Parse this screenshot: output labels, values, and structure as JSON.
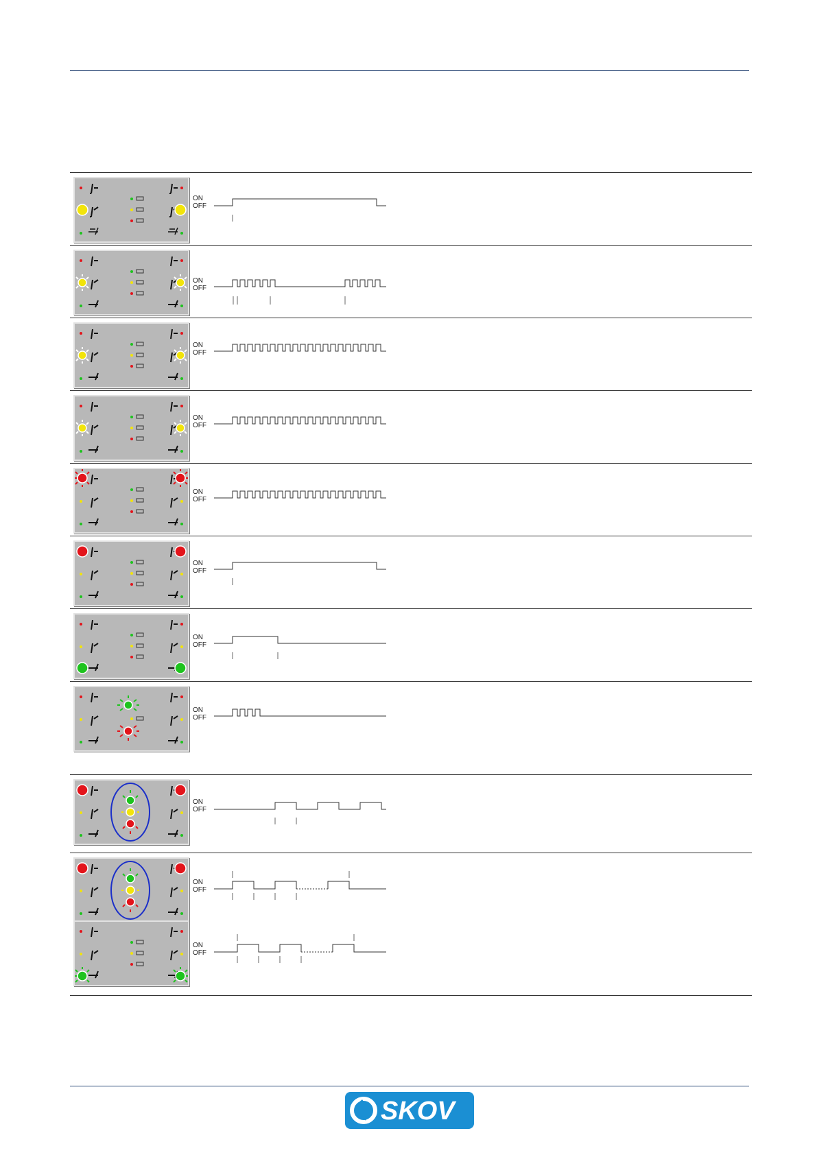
{
  "labels": {
    "on": "ON",
    "off": "OFF"
  },
  "colors": {
    "rule": "#2c4a78",
    "panel": "#b8b8b8",
    "led_red": "#e3141b",
    "led_yellow": "#f2e40a",
    "led_green": "#1ec31e",
    "ellipse": "#1b2fc9",
    "logo_blue": "#1b8fd3"
  },
  "logo": {
    "text": "SKOV"
  },
  "signals": [
    {
      "panel": {
        "left_big": "yellow",
        "right_big": "yellow"
      },
      "waveform": "long-on"
    },
    {
      "panel": {
        "left_big": "yellow-flash",
        "right_big": "yellow-flash"
      },
      "waveform": "burst-repeat"
    },
    {
      "panel": {
        "left_big": "yellow-flash",
        "right_big": "yellow-flash"
      },
      "waveform": "continuous-blink"
    },
    {
      "panel": {
        "left_big": "yellow-flash",
        "right_big": "yellow-flash"
      },
      "waveform": "continuous-blink"
    },
    {
      "panel": {
        "left_big": "red-flash",
        "right_big": "red-flash"
      },
      "waveform": "continuous-blink"
    },
    {
      "panel": {
        "left_big": "red",
        "right_big": "red"
      },
      "waveform": "long-on"
    },
    {
      "panel": {
        "left_big": "green",
        "right_big": "green"
      },
      "waveform": "short-on"
    },
    {
      "panel": {
        "center": "green-red-flash"
      },
      "waveform": "short-burst"
    },
    {
      "panel": {
        "left_big": "red",
        "right_big": "red",
        "center": "ellipse-flash"
      },
      "waveform": "slow-pulses"
    },
    {
      "panel": {
        "left_big": "red",
        "right_big": "red",
        "center": "ellipse-flash"
      },
      "waveform": "pulses-dotted"
    },
    {
      "panel": {
        "left_big": "green-flash",
        "right_big": "green-flash"
      },
      "waveform": "pulses-dotted-2"
    }
  ]
}
